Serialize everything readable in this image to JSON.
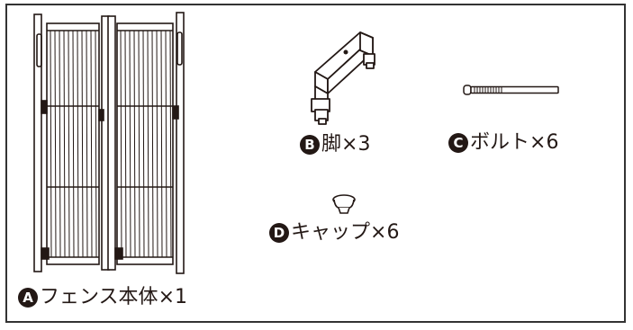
{
  "parts": [
    {
      "id": "fence",
      "marker": "A",
      "name": "フェンス本体",
      "quantity": "×1",
      "icon": "folding-fence-illustration"
    },
    {
      "id": "leg",
      "marker": "B",
      "name": "脚",
      "quantity": "×3",
      "icon": "leg-stand-illustration"
    },
    {
      "id": "bolt",
      "marker": "C",
      "name": "ボルト",
      "quantity": "×6",
      "icon": "bolt-illustration"
    },
    {
      "id": "cap",
      "marker": "D",
      "name": "キャップ",
      "quantity": "×6",
      "icon": "cap-illustration"
    }
  ],
  "colors": {
    "ink": "#231815",
    "border": "#333333",
    "background": "#ffffff"
  }
}
